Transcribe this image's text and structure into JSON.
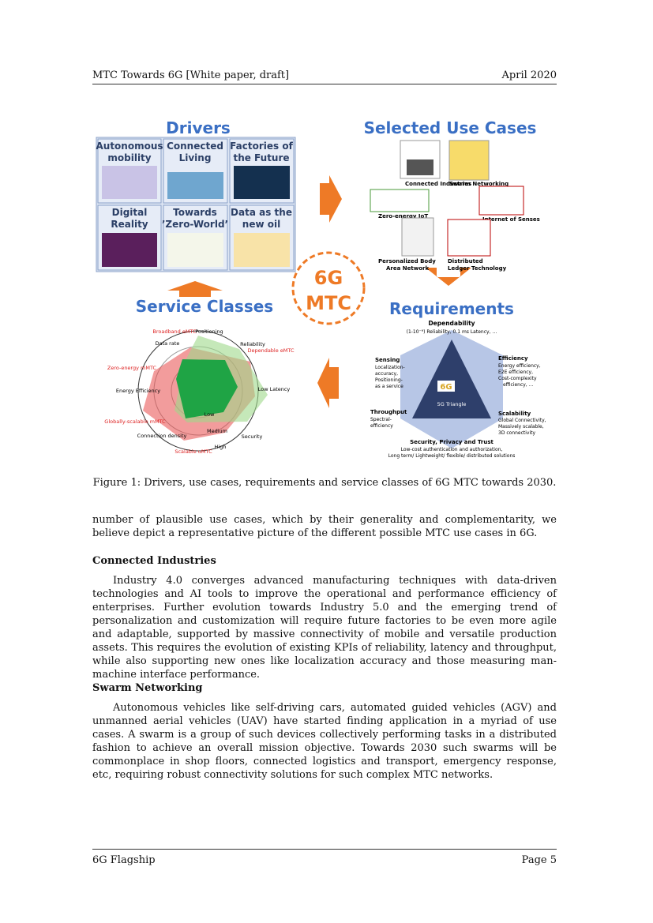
{
  "header": {
    "left": "MTC Towards 6G [White paper, draft]",
    "right": "April 2020"
  },
  "figure": {
    "drivers_title": "Drivers",
    "drivers": [
      {
        "l1": "Autonomous",
        "l2": "mobility"
      },
      {
        "l1": "Connected",
        "l2": "Living"
      },
      {
        "l1": "Factories of",
        "l2": "the Future"
      },
      {
        "l1": "Digital",
        "l2": "Reality"
      },
      {
        "l1": "Towards",
        "l2": "’Zero-World’"
      },
      {
        "l1": "Data as the",
        "l2": "new oil"
      }
    ],
    "usecases_title": "Selected Use Cases",
    "usecases": {
      "connected": "Connected Industries",
      "swarm": "Swarm Networking",
      "zero": "Zero-energy IoT",
      "senses": "Internet of Senses",
      "body1": "Personalized Body",
      "body2": "Area Network",
      "ledger1": "Distributed",
      "ledger2": "Ledger Technology"
    },
    "center1": "6G",
    "center2": "MTC",
    "service_title": "Service Classes",
    "requirements_title": "Requirements",
    "radar": {
      "axes": [
        "Positioning",
        "Reliability",
        "Low Latency",
        "Security",
        "Connection density",
        "Energy Efficiency",
        "Data rate"
      ],
      "classes": [
        "Broadband eMTC",
        "Dependable eMTC",
        "Zero-energy mMTC",
        "Globally-scalable mMTC",
        "Scalable uMTC"
      ],
      "rings": [
        "Low",
        "Medium",
        "High"
      ]
    },
    "req": {
      "dep_title": "Dependability",
      "dep_text": "(1-10⁻⁹) Reliability, 0.1 ms Latency, …",
      "sens_title": "Sensing",
      "sens_lines": [
        "Localization-",
        "accuracy,",
        "Positioning-",
        "as a service"
      ],
      "eff_title": "Efficiency",
      "eff_lines": [
        "Energy efficiency,",
        "E2E efficiency,",
        "Cost-complexity",
        "efficiency, …"
      ],
      "thr_title": "Throughput",
      "thr_lines": [
        "Spectral-",
        "efficiency"
      ],
      "scal_title": "Scalability",
      "scal_lines": [
        "Global Connectivity,",
        "Massively scalable,",
        "3D connectivity"
      ],
      "sec_title": "Security, Privacy and Trust",
      "sec_lines": [
        "Low-cost authentication and authorization,",
        "Long term/ Lightweight/ flexible/ distributed solutions"
      ],
      "logo": "6G",
      "triangle": "5G Triangle"
    }
  },
  "caption": "Figure 1: Drivers, use cases, requirements and service classes of 6G MTC towards 2030.",
  "intro": "number of plausible use cases, which by their generality and complementarity, we believe depict a representative picture of the different possible MTC use cases in 6G.",
  "sections": [
    {
      "title": "Connected Industries",
      "text": "Industry 4.0 converges advanced manufacturing techniques with data-driven technologies and AI tools to improve the operational and performance efficiency of enterprises. Further evolution towards Industry 5.0 and the emerging trend of personalization and customization will require future factories to be even more agile and adaptable, supported by massive connectivity of mobile and versatile production assets. This requires the evolution of existing KPIs of reliability, latency and throughput, while also supporting new ones like localization accuracy and those measuring man-machine interface performance."
    },
    {
      "title": "Swarm Networking",
      "text": "Autonomous vehicles like self-driving cars, automated guided vehicles (AGV) and unmanned aerial vehicles (UAV) have started finding application in a myriad of use cases. A swarm is a group of such devices collectively performing tasks in a distributed fashion to achieve an overall mission objective. Towards 2030 such swarms will be commonplace in shop floors, connected logistics and transport, emergency response, etc, requiring robust connectivity solutions for such complex MTC networks."
    }
  ],
  "footer": {
    "left": "6G Flagship",
    "right": "Page 5"
  }
}
